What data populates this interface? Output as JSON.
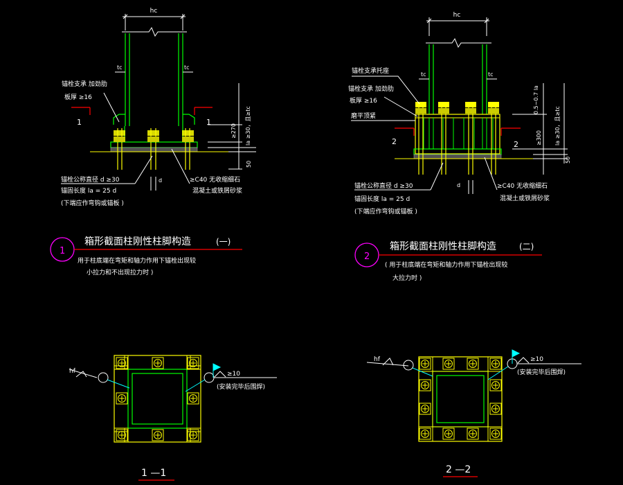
{
  "colors": {
    "background": "#000000",
    "white": "#ffffff",
    "green": "#00ff00",
    "yellow": "#ffff00",
    "red": "#ff0000",
    "magenta": "#ff00ff",
    "cyan": "#00ffff",
    "gray": "#8c8c8c"
  },
  "detail1": {
    "hc": "hc",
    "tc_left": "tc",
    "tc_right": "tc",
    "note_support_1": "锚栓支承 加劲肋",
    "note_support_2": "板厚 ≥16",
    "section_mark_left": "1",
    "section_mark_right": "1",
    "dim_vertical": "la ≥30，且≥tc",
    "dim_270": "≥270",
    "dim_50": "50",
    "note_anchor_dia": "锚栓公称直径 d ≥30",
    "note_anchor_len": "锚固长度 la = 25 d",
    "note_anchor_end": "(下端应作弯钩或锚板 )",
    "note_d": "d",
    "note_grout_1": "≥C40 无收缩细石",
    "note_grout_2": "混凝土或铁屑砂浆",
    "circle_number": "1",
    "title": "箱形截面柱刚性柱脚构造",
    "title_suffix": "(一)",
    "desc_1": "用于柱底端在弯矩和轴力作用下锚栓出现较",
    "desc_2": "小拉力和不出现拉力时 )"
  },
  "detail2": {
    "hc": "hc",
    "tc_left": "tc",
    "tc_right": "tc",
    "note_seat": "锚栓支承托座",
    "note_support_1": "锚栓支承 加劲肋",
    "note_support_2": "板厚 ≥16",
    "note_grind": "磨平顶紧",
    "section_mark_left": "2",
    "section_mark_right": "2",
    "dim_vertical_1": "0.5~0.7 la",
    "dim_vertical_2": "la ≥30，且≥tc",
    "dim_300": "≥300",
    "dim_50": "50",
    "note_anchor_dia": "锚栓公称直径 d ≥30",
    "note_anchor_len": "锚固长度 la = 25 d",
    "note_anchor_end": "(下端应作弯钩或锚板 )",
    "note_d": "d",
    "note_grout_1": "≥C40 无收缩细石",
    "note_grout_2": "混凝土或铁屑砂浆",
    "circle_number": "2",
    "title": "箱形截面柱刚性柱脚构造",
    "title_suffix": "(二)",
    "desc_1": "( 用于柱底端在弯矩和轴力作用下锚栓出现较",
    "desc_2": "大拉力时 )"
  },
  "section1": {
    "hf": "hf",
    "weld_size": "≥10",
    "weld_note": "(安装完毕后围焊)",
    "label": "1 —1"
  },
  "section2": {
    "hf": "hf",
    "weld_size": "≥10",
    "weld_note": "(安装完毕后围焊)",
    "label": "2 —2"
  }
}
